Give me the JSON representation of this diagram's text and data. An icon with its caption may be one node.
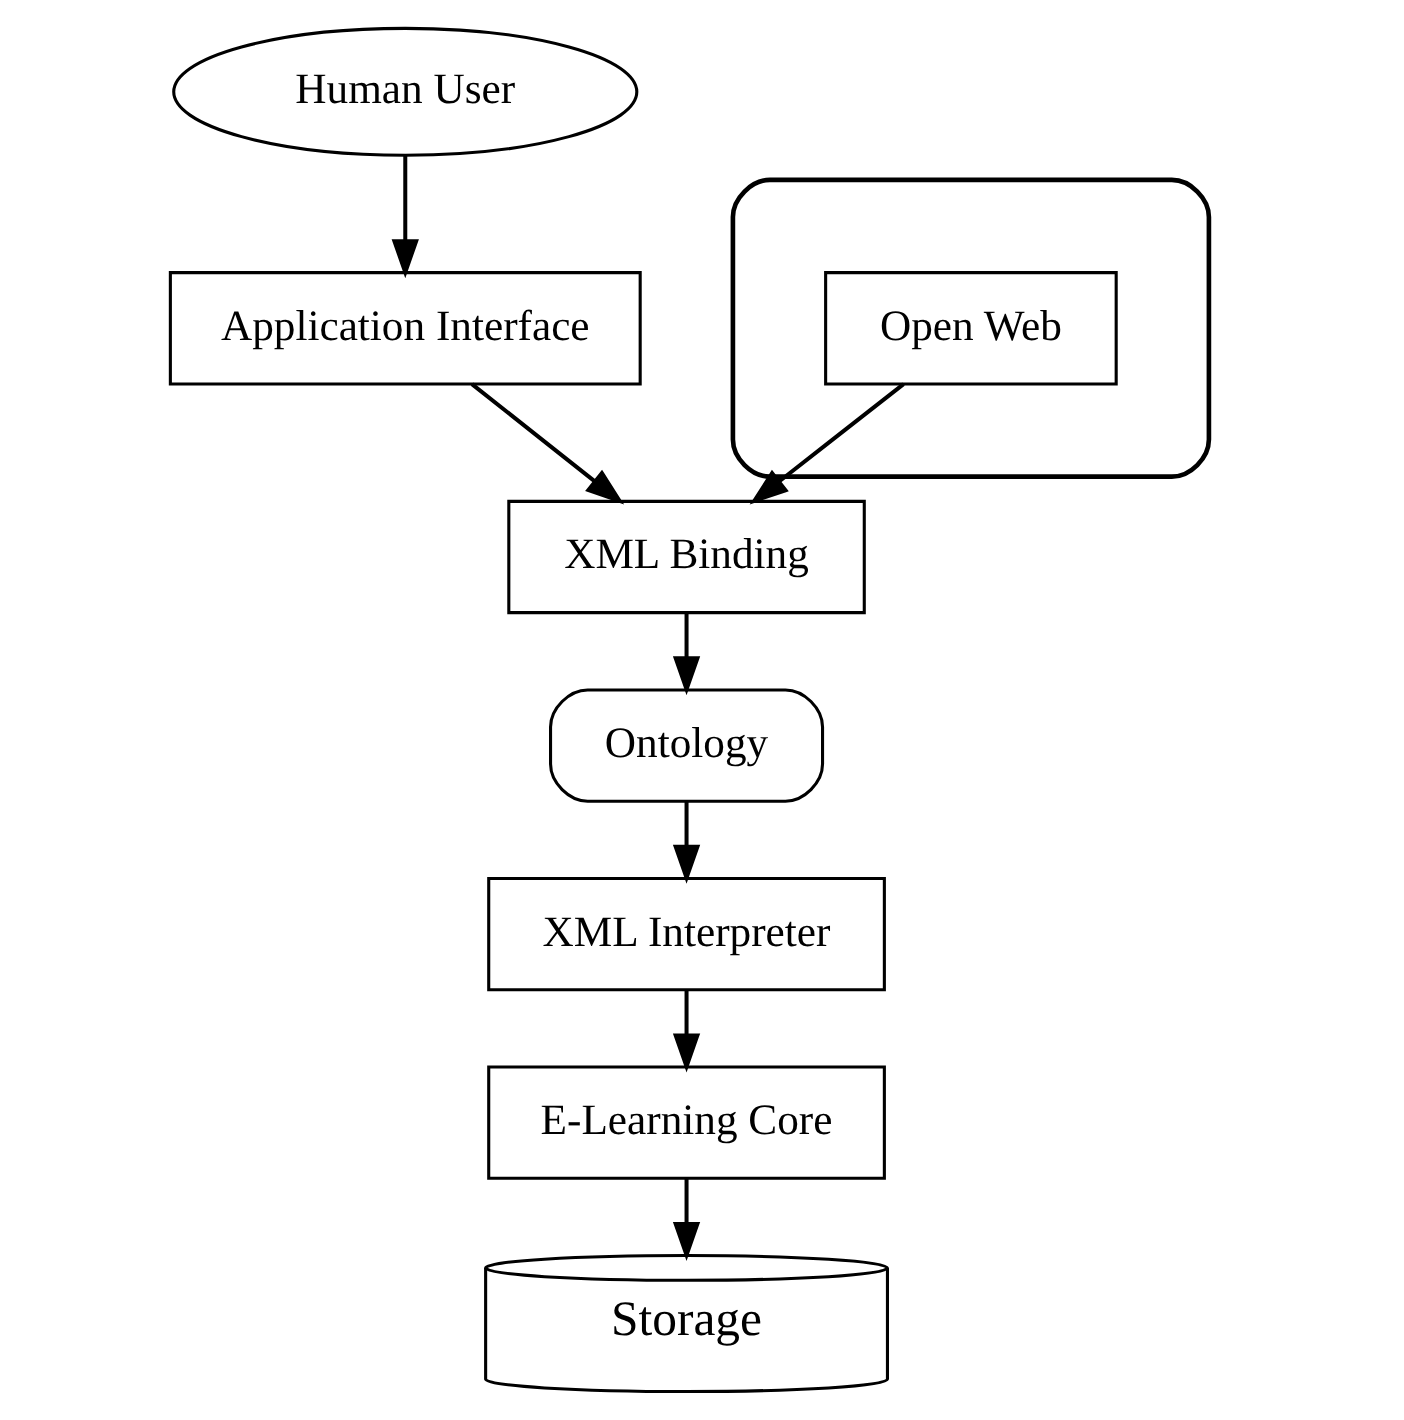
{
  "diagram": {
    "nodes": [
      {
        "text": [
          "Human User"
        ]
      },
      {
        "text": [],
        "shape": "cloud"
      },
      {
        "text": [
          "Open Web"
        ],
        "in": 1
      },
      {
        "text": [
          "Application Interface"
        ]
      },
      {
        "text": [
          "XML Binding"
        ]
      },
      {
        "text": [
          "Ontology"
        ]
      },
      {
        "text": [
          "XML Interpreter"
        ]
      },
      {
        "text": [
          "E-Learning Core"
        ]
      },
      {
        "text": [
          "Storage"
        ]
      }
    ],
    "edges": [
      {
        "from": 0,
        "to": 3,
        "arrow": "to"
      },
      {
        "from": 3,
        "to": 4,
        "arrow": "to"
      },
      {
        "from": 2,
        "to": 4,
        "arrow": "to"
      },
      {
        "from": 4,
        "to": 5,
        "arrow": "to"
      },
      {
        "from": 5,
        "to": 6,
        "arrow": "to"
      },
      {
        "from": 6,
        "to": 7,
        "arrow": "to"
      },
      {
        "from": 7,
        "to": 8,
        "arrow": "to"
      }
    ]
  }
}
